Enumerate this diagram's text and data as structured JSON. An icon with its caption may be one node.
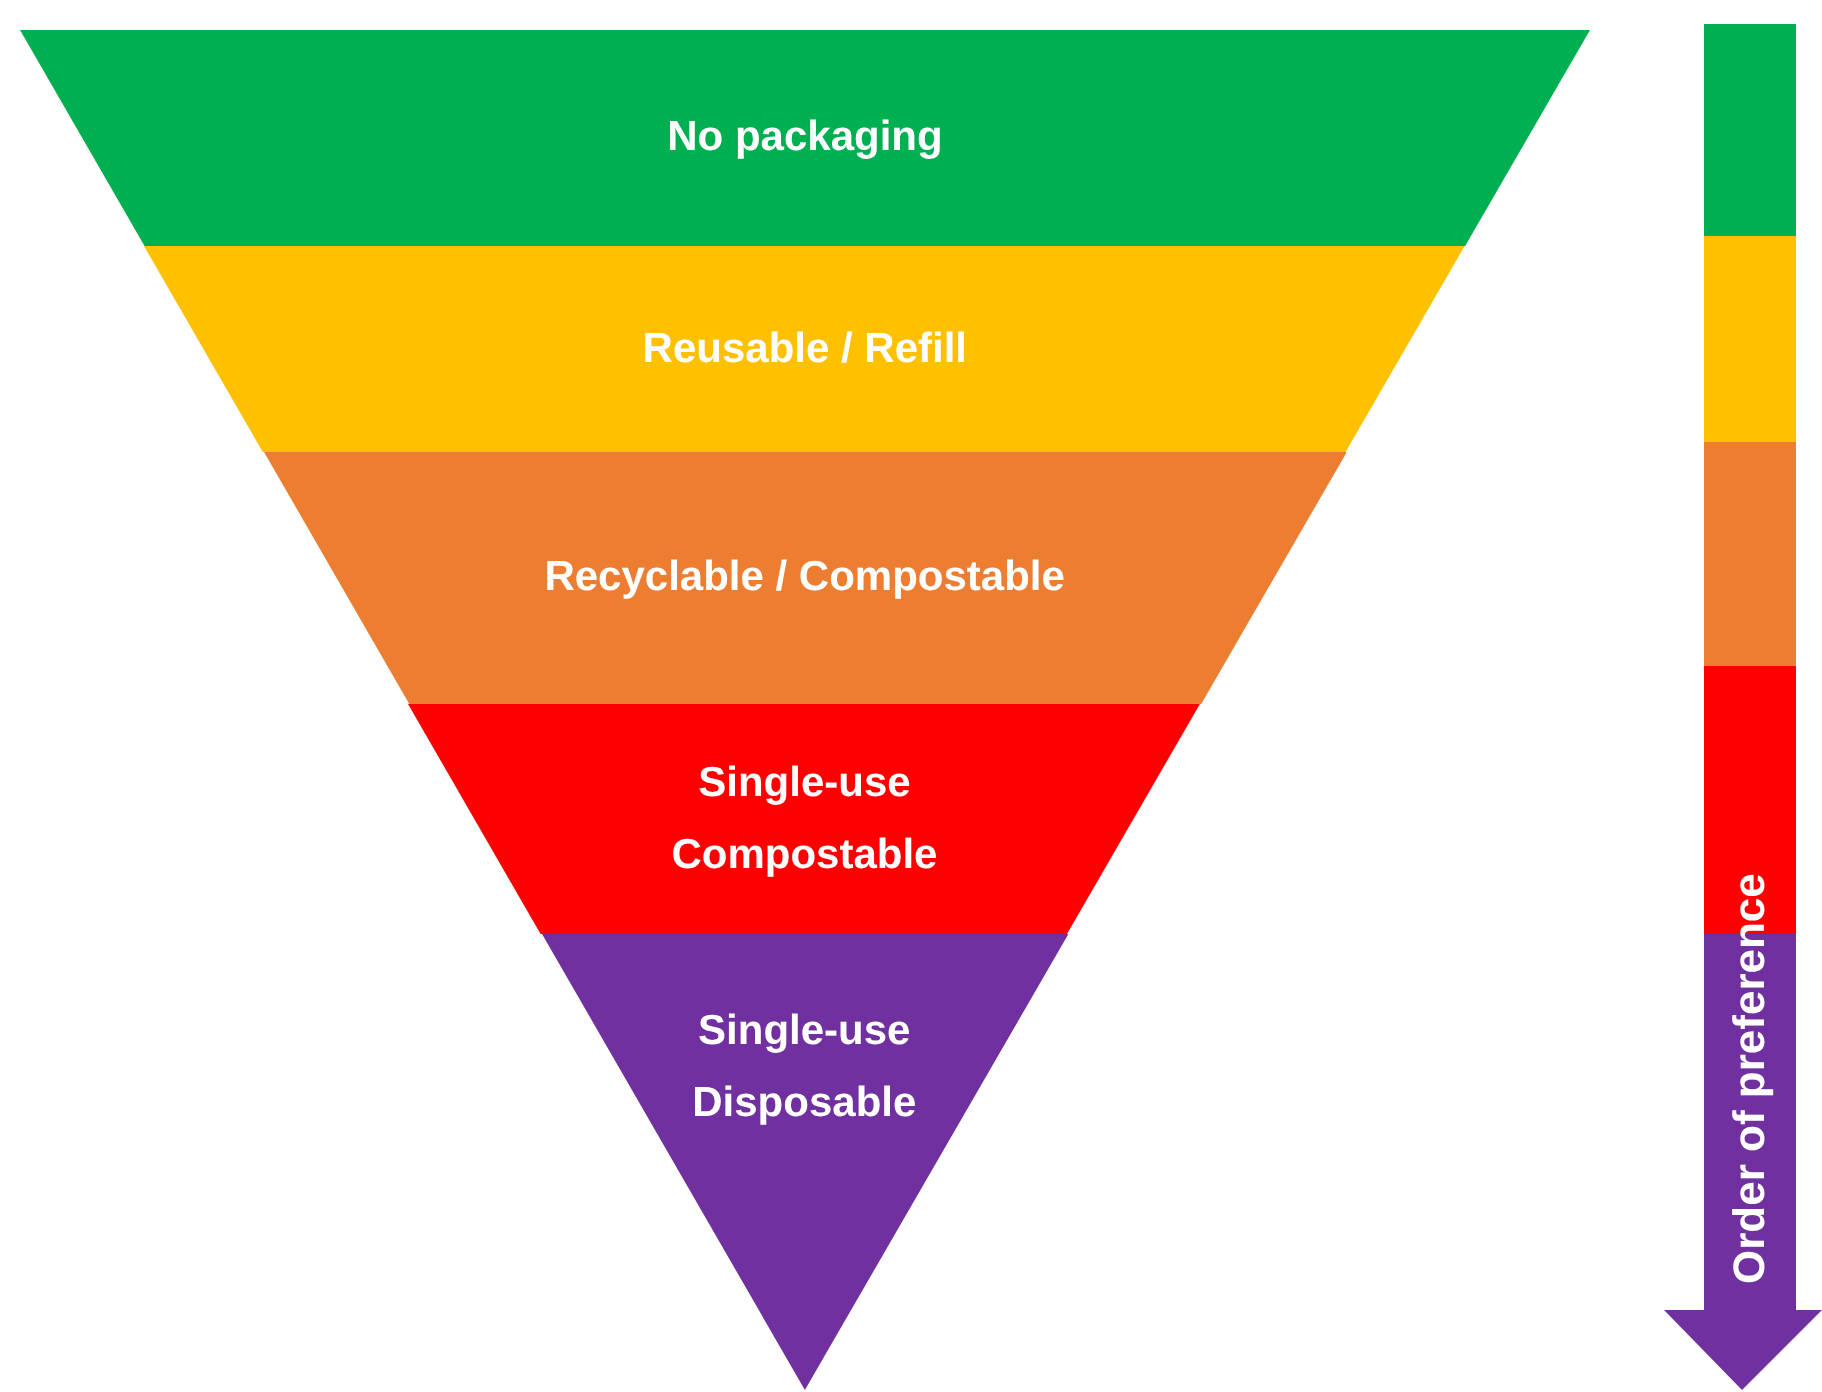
{
  "diagram": {
    "nodes": [
      {
        "text": [
          "No packaging"
        ]
      },
      {
        "text": [
          "Reusable / Refill"
        ]
      },
      {
        "text": [
          "Recyclable / Compostable"
        ]
      },
      {
        "text": [
          "Single-use Compostable"
        ]
      },
      {
        "text": [
          "Single-use Disposable"
        ]
      }
    ],
    "labels": [
      "Order of preference"
    ]
  }
}
